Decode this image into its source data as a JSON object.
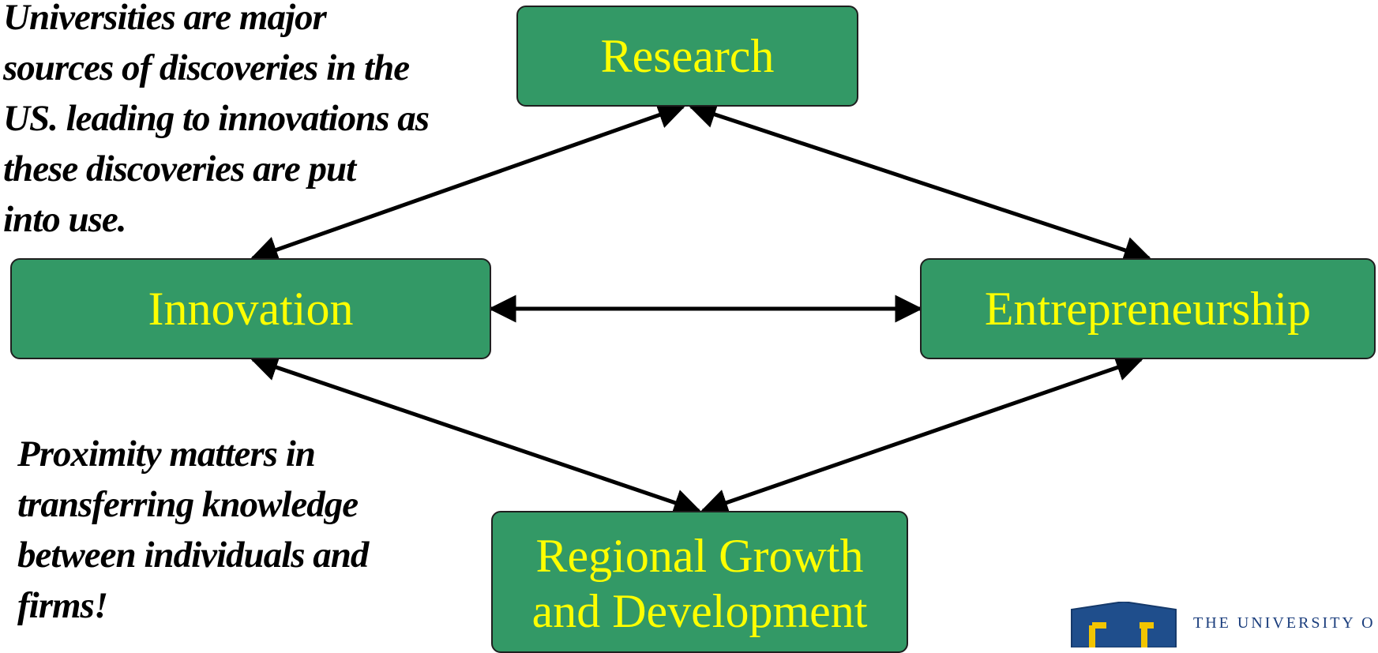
{
  "notes": {
    "top": [
      "Universities are major",
      "sources of discoveries in the",
      "US. leading to innovations as",
      "these discoveries are put",
      "into use."
    ],
    "bottom": [
      "Proximity matters in",
      "transferring knowledge",
      "between individuals and",
      "firms!"
    ]
  },
  "nodes": {
    "research": "Research",
    "innovation": "Innovation",
    "entrepreneurship": "Entrepreneurship",
    "regional": [
      "Regional Growth",
      "and Development"
    ]
  },
  "edges": [
    {
      "from": "research",
      "to": "innovation",
      "direction": "both"
    },
    {
      "from": "research",
      "to": "entrepreneurship",
      "direction": "both"
    },
    {
      "from": "innovation",
      "to": "entrepreneurship",
      "direction": "both"
    },
    {
      "from": "innovation",
      "to": "regional",
      "direction": "both"
    },
    {
      "from": "entrepreneurship",
      "to": "regional",
      "direction": "both"
    }
  ],
  "logo": {
    "text": "THE UNIVERSITY O"
  },
  "colors": {
    "node_fill": "#339966",
    "node_text": "#ffff00",
    "node_border": "#1f1f1f",
    "note_text": "#000000",
    "arrow": "#000000",
    "logo_shield": "#1f4e8c",
    "logo_letter": "#f2c500",
    "logo_text": "#1a3d7c"
  }
}
